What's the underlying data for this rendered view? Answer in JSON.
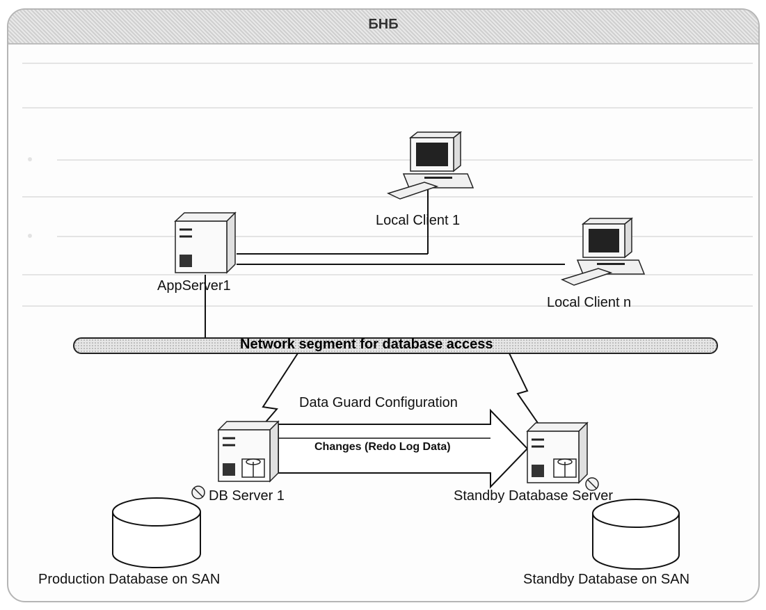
{
  "header": {
    "title": "БНБ"
  },
  "network": {
    "label": "Network segment for database access"
  },
  "nodes": {
    "app_server": "AppServer1",
    "client_1": "Local Client 1",
    "client_n": "Local Client n",
    "db_server": "DB Server 1",
    "standby_server": "Standby Database Server",
    "production_db": "Production Database on SAN",
    "standby_db": "Standby Database on SAN"
  },
  "flow": {
    "config_label": "Data Guard Configuration",
    "changes_label": "Changes (Redo Log Data)"
  }
}
